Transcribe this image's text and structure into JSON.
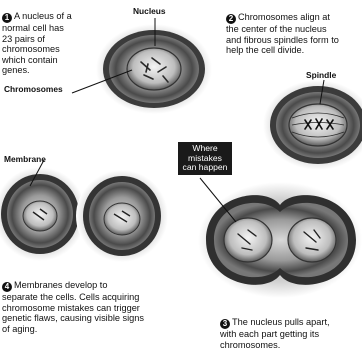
{
  "steps": [
    {
      "number": "1",
      "text": "A nucleus of a\nnormal cell has\n23 pairs of\nchromosomes\nwhich contain\ngenes."
    },
    {
      "number": "2",
      "text": "Chromosomes align at\nthe center of the nucleus\nand fibrous spindles form to\nhelp the cell divide."
    },
    {
      "number": "3",
      "text": "The nucleus pulls apart,\nwith each part getting its\nchromosomes."
    },
    {
      "number": "4",
      "text": "Membranes develop to\nseparate the cells. Cells acquiring\nchromosome mistakes can trigger\ngenetic flaws, causing visible signs\nof aging."
    }
  ],
  "labels": {
    "nucleus": "Nucleus",
    "chromosomes": "Chromosomes",
    "spindle": "Spindle",
    "membrane": "Membrane"
  },
  "callout": {
    "text": "Where\nmistakes\ncan happen"
  }
}
